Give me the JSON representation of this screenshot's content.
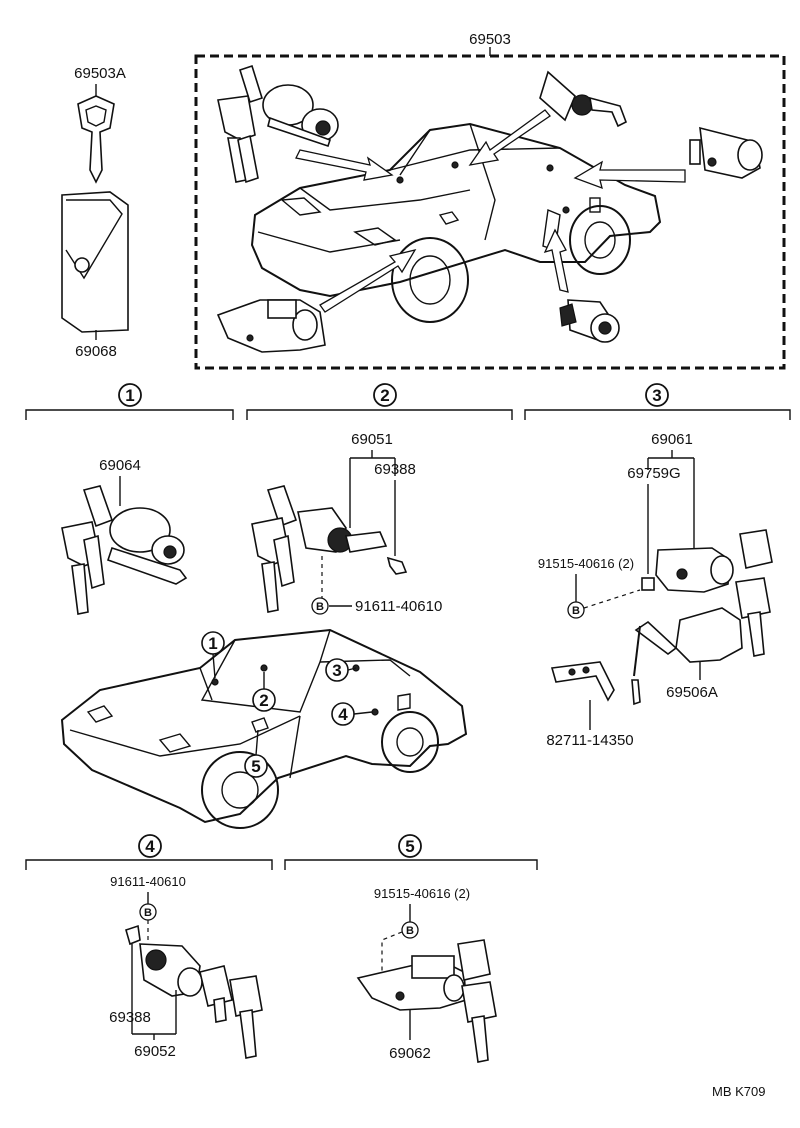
{
  "labels": {
    "kit": "69503",
    "key_blank": "69503A",
    "key_case": "69068",
    "ignition_cyl": "69064",
    "door_cyl_l": "69051",
    "door_clip_l": "69388",
    "door_bolt_l": "91611-40610",
    "lift_cyl": "69061",
    "lift_gasket": "69759G",
    "lift_screw": "91515-40616 (2)",
    "lift_housing": "69506A",
    "lift_rod": "82711-14350",
    "r_bolt": "91611-40610",
    "r_clip": "69388",
    "r_cyl": "69052",
    "trunk_screw": "91515-40616 (2)",
    "trunk_cyl": "69062",
    "footer": "MB  K709"
  },
  "sections": [
    "1",
    "2",
    "3",
    "4",
    "5"
  ],
  "bolt_marker": "B"
}
